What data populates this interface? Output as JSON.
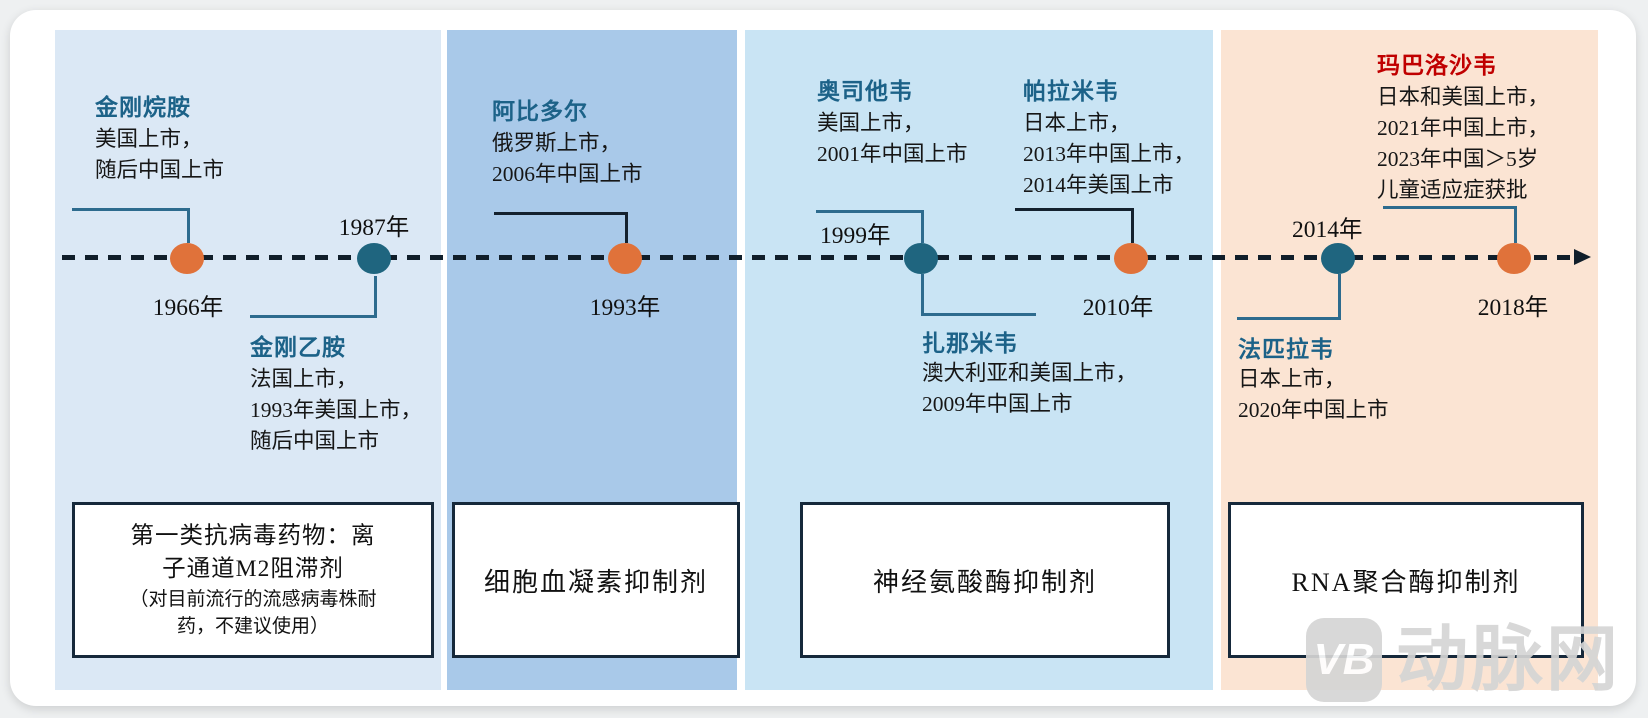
{
  "colors": {
    "dot_orange": "#e0723a",
    "dot_teal": "#1f657f",
    "title_teal": "#1c6288",
    "title_red": "#c00000",
    "connector_teal": "#2d6b8e",
    "connector_dark": "#14212e",
    "line_dark": "#101e2a",
    "section1_bg": "#dbe8f5",
    "section2_bg": "#a9c9e9",
    "section3_bg": "#c9e4f4",
    "section4_bg": "#fbe4d3"
  },
  "timeline": {
    "events": [
      {
        "year": "1966年",
        "dot": "orange"
      },
      {
        "year": "1987年",
        "dot": "teal"
      },
      {
        "year": "1993年",
        "dot": "orange"
      },
      {
        "year": "1999年",
        "dot": "teal"
      },
      {
        "year": "2010年",
        "dot": "orange"
      },
      {
        "year": "2014年",
        "dot": "teal"
      },
      {
        "year": "2018年",
        "dot": "orange"
      }
    ]
  },
  "drugs": {
    "amantadine": {
      "name": "金刚烷胺",
      "line1": "美国上市，",
      "line2": "随后中国上市"
    },
    "rimantadine": {
      "name": "金刚乙胺",
      "line1": "法国上市，",
      "line2": "1993年美国上市，",
      "line3": "随后中国上市"
    },
    "arbidol": {
      "name": "阿比多尔",
      "line1": "俄罗斯上市，",
      "line2": "2006年中国上市"
    },
    "oseltamivir": {
      "name": "奥司他韦",
      "line1": "美国上市，",
      "line2": "2001年中国上市"
    },
    "peramivir": {
      "name": "帕拉米韦",
      "line1": "日本上市，",
      "line2": "2013年中国上市，",
      "line3": "2014年美国上市"
    },
    "zanamivir": {
      "name": "扎那米韦",
      "line1": "澳大利亚和美国上市，",
      "line2": "2009年中国上市"
    },
    "baloxavir": {
      "name": "玛巴洛沙韦",
      "line1": "日本和美国上市，",
      "line2": "2021年中国上市，",
      "line3": "2023年中国＞5岁",
      "line4": "儿童适应症获批"
    },
    "favipiravir": {
      "name": "法匹拉韦",
      "line1": "日本上市，",
      "line2": "2020年中国上市"
    }
  },
  "boxes": {
    "m2_blocker": {
      "title_line1": "第一类抗病毒药物：离",
      "title_line2": "子通道M2阻滞剂",
      "note_line1": "（对目前流行的流感病毒株耐",
      "note_line2": "药，不建议使用）"
    },
    "hemagglutinin": {
      "label": "细胞血凝素抑制剂"
    },
    "neuraminidase": {
      "label": "神经氨酸酶抑制剂"
    },
    "rna_polymerase": {
      "label": "RNA聚合酶抑制剂"
    }
  },
  "watermark": {
    "logo": "VB",
    "brand": "动脉网"
  }
}
